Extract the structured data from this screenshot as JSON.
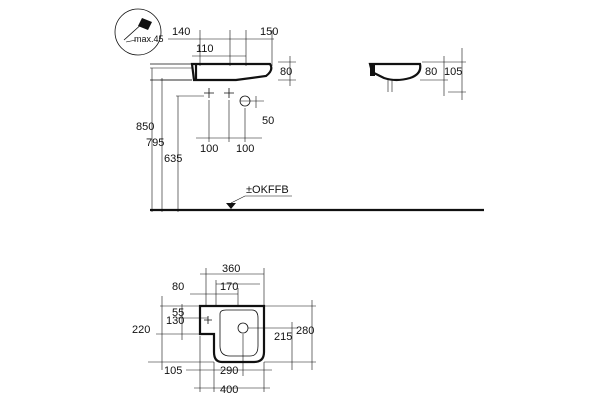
{
  "inset": {
    "label": "max.45"
  },
  "side_view": {
    "dims_top": [
      "140",
      "150",
      "110"
    ],
    "dim_80": "80",
    "dim_50": "50",
    "dims_bottom": [
      "100",
      "100"
    ],
    "heights": [
      "850",
      "795",
      "635"
    ],
    "floor_label": "±OKFFB"
  },
  "front_view": {
    "dims": [
      "80",
      "105"
    ]
  },
  "plan_view": {
    "top_dims": [
      "360",
      "80",
      "170"
    ],
    "left_dims": [
      "55",
      "130",
      "220"
    ],
    "right_dims": [
      "215",
      "280"
    ],
    "bottom_dims": [
      "105",
      "290",
      "400"
    ]
  }
}
